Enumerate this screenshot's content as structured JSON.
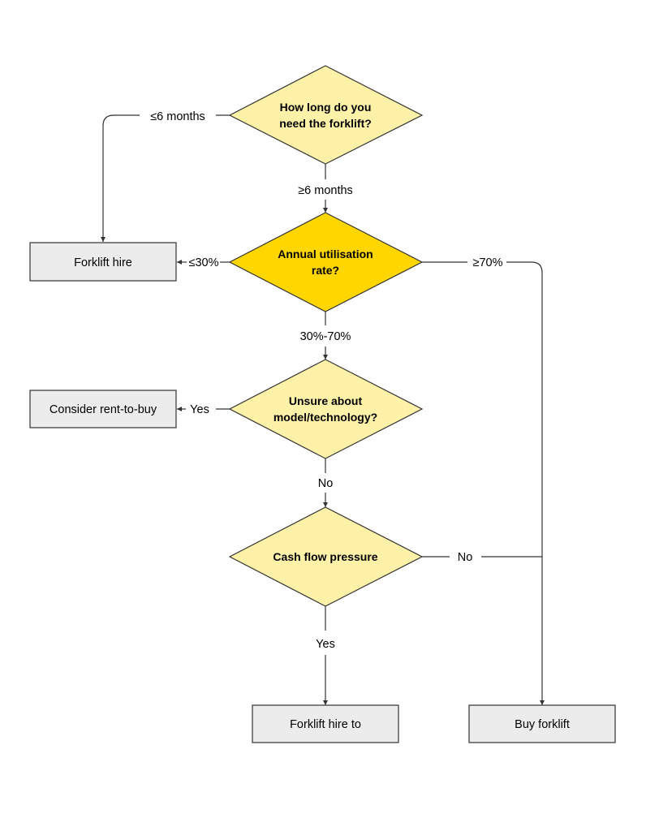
{
  "colors": {
    "diamond_fill": "#fff2a8",
    "diamond_highlight_fill": "#ffd600",
    "box_fill": "#ececec",
    "stroke": "#333333"
  },
  "nodes": {
    "q_duration": {
      "line1": "How long do you",
      "line2": "need the forklift?"
    },
    "q_utilisation": {
      "line1": "Annual utilisation",
      "line2": "rate?"
    },
    "q_unsure": {
      "line1": "Unsure about",
      "line2": "model/technology?"
    },
    "q_cashflow": {
      "line1": "Cash flow pressure"
    },
    "r_hire": {
      "label": "Forklift hire"
    },
    "r_rent_to_buy": {
      "label": "Consider rent-to-buy"
    },
    "r_hire_to": {
      "label": "Forklift hire to"
    },
    "r_buy": {
      "label": "Buy forklift"
    }
  },
  "edges": {
    "le_6_months": "≤6 months",
    "ge_6_months": "≥6 months",
    "le_30": "≤30%",
    "ge_70": "≥70%",
    "range_30_70": "30%-70%",
    "unsure_yes": "Yes",
    "unsure_no": "No",
    "cash_no": "No",
    "cash_yes": "Yes"
  }
}
